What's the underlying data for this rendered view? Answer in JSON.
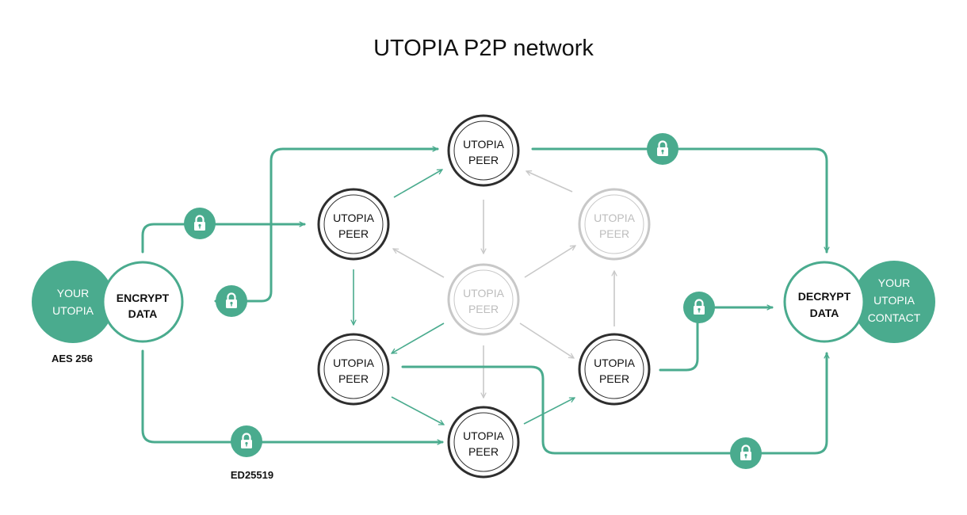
{
  "title": "UTOPIA P2P network",
  "colors": {
    "accent": "#4aab8e",
    "dark": "#2e2e2e",
    "faded": "#c8c8c8",
    "white": "#ffffff"
  },
  "source": {
    "your_utopia": [
      "YOUR",
      "UTOPIA"
    ],
    "encrypt": [
      "ENCRYPT",
      "DATA"
    ],
    "cipher_label": "AES 256"
  },
  "target": {
    "decrypt": [
      "DECRYPT",
      "DATA"
    ],
    "contact": [
      "YOUR",
      "UTOPIA",
      "CONTACT"
    ]
  },
  "peer_label": [
    "UTOPIA",
    "PEER"
  ],
  "signature_label": "ED25519",
  "icons": {
    "lock": "padlock-icon"
  }
}
